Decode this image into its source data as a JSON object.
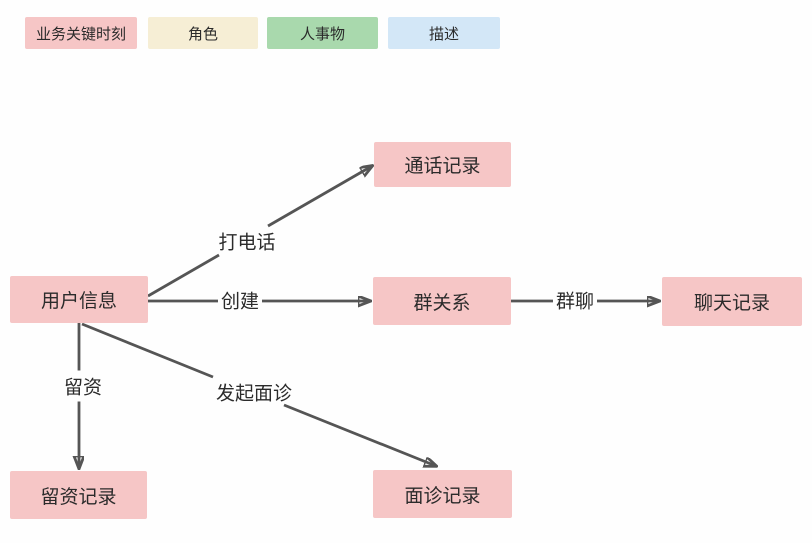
{
  "canvas": {
    "background": "#fefefe"
  },
  "colors": {
    "key_moment": "#f6c6c6",
    "role": "#f6eed5",
    "entity": "#a9d9ad",
    "description": "#d3e7f7",
    "connector": "#555555",
    "text": "#2b2b2b"
  },
  "legend": {
    "items": [
      {
        "id": "key-moment",
        "label": "业务关键时刻",
        "color": "#f6c6c6"
      },
      {
        "id": "role",
        "label": "角色",
        "color": "#f6eed5"
      },
      {
        "id": "entity",
        "label": "人事物",
        "color": "#a9d9ad"
      },
      {
        "id": "description",
        "label": "描述",
        "color": "#d3e7f7"
      }
    ]
  },
  "nodes": {
    "user_info": {
      "label": "用户信息",
      "type": "业务关键时刻"
    },
    "call_records": {
      "label": "通话记录",
      "type": "业务关键时刻"
    },
    "group_relation": {
      "label": "群关系",
      "type": "业务关键时刻"
    },
    "chat_records": {
      "label": "聊天记录",
      "type": "业务关键时刻"
    },
    "retention_records": {
      "label": "留资记录",
      "type": "业务关键时刻"
    },
    "consult_records": {
      "label": "面诊记录",
      "type": "业务关键时刻"
    }
  },
  "edges": {
    "call": {
      "label": "打电话",
      "from": "用户信息",
      "to": "通话记录"
    },
    "create": {
      "label": "创建",
      "from": "用户信息",
      "to": "群关系"
    },
    "group_chat": {
      "label": "群聊",
      "from": "群关系",
      "to": "聊天记录"
    },
    "retention": {
      "label": "留资",
      "from": "用户信息",
      "to": "留资记录"
    },
    "consult": {
      "label": "发起面诊",
      "from": "用户信息",
      "to": "面诊记录"
    }
  }
}
